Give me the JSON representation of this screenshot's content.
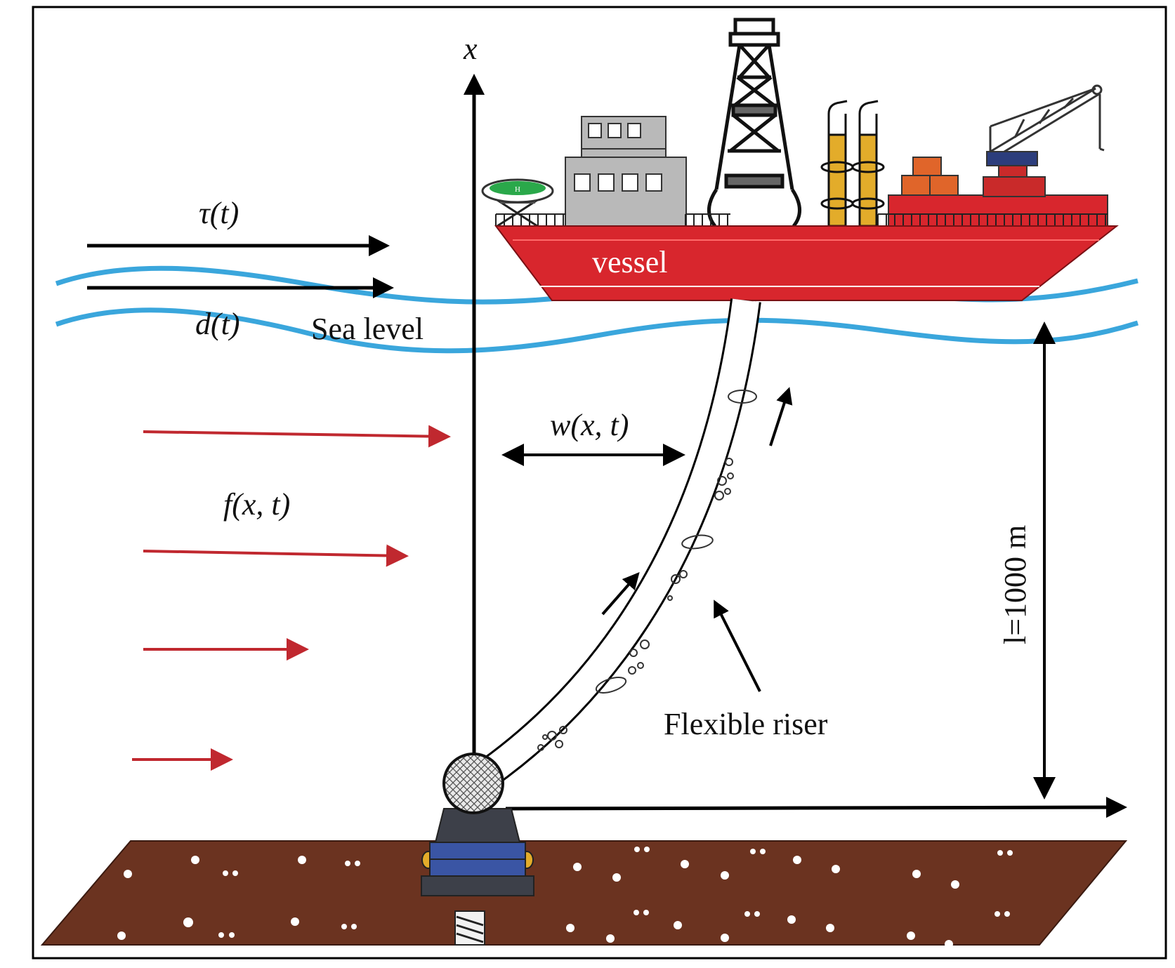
{
  "labels": {
    "x_axis": "x",
    "tau": "τ(t)",
    "d": "d(t)",
    "sea_level": "Sea level",
    "vessel": "vessel",
    "w": "w(x, t)",
    "f": "f(x, t)",
    "length": "l=1000 m",
    "riser": "Flexible riser",
    "helipad_mark": "H"
  },
  "colors": {
    "water": "#3aa6dc",
    "hull": "#d8262d",
    "current_arrow": "#c0282f",
    "seabed": "#6b3320",
    "superstructure": "#b9b9b9",
    "funnel": "#e3ac2a",
    "helipad": "#2aa84a",
    "container_orange": "#e0652a",
    "crane_blue": "#2c3d7c",
    "wellhead_blue": "#3a55a4",
    "wellhead_dark": "#3d4049"
  }
}
